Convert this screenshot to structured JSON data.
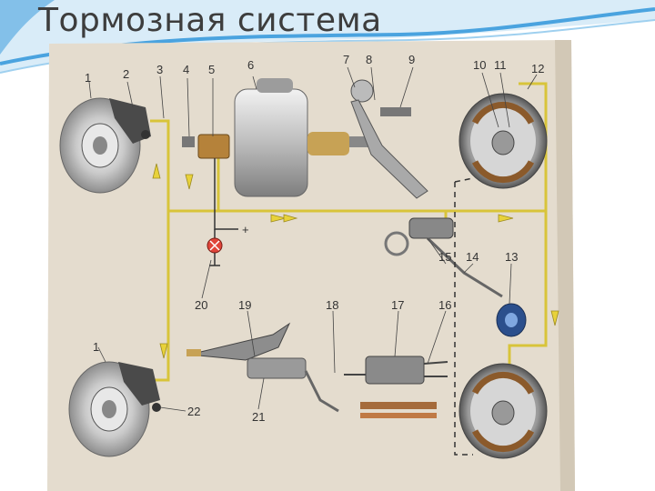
{
  "slide": {
    "title": "Тормозная система"
  },
  "colors": {
    "accent_blue": "#4aa3df",
    "page": "#e4dcce",
    "brake_line": "#d8c43a",
    "shoe_brown": "#8b5a2b"
  },
  "callouts": [
    {
      "id": "1a",
      "text": "1"
    },
    {
      "id": "2",
      "text": "2"
    },
    {
      "id": "3",
      "text": "3"
    },
    {
      "id": "4",
      "text": "4"
    },
    {
      "id": "5",
      "text": "5"
    },
    {
      "id": "6",
      "text": "6"
    },
    {
      "id": "7",
      "text": "7"
    },
    {
      "id": "8",
      "text": "8"
    },
    {
      "id": "9",
      "text": "9"
    },
    {
      "id": "10",
      "text": "10"
    },
    {
      "id": "11",
      "text": "11"
    },
    {
      "id": "12",
      "text": "12"
    },
    {
      "id": "13",
      "text": "13"
    },
    {
      "id": "14",
      "text": "14"
    },
    {
      "id": "15",
      "text": "15"
    },
    {
      "id": "16",
      "text": "16"
    },
    {
      "id": "17",
      "text": "17"
    },
    {
      "id": "18",
      "text": "18"
    },
    {
      "id": "19",
      "text": "19"
    },
    {
      "id": "20",
      "text": "20"
    },
    {
      "id": "1b",
      "text": "1"
    },
    {
      "id": "21",
      "text": "21"
    },
    {
      "id": "22",
      "text": "22"
    }
  ],
  "wire_plus": "+"
}
